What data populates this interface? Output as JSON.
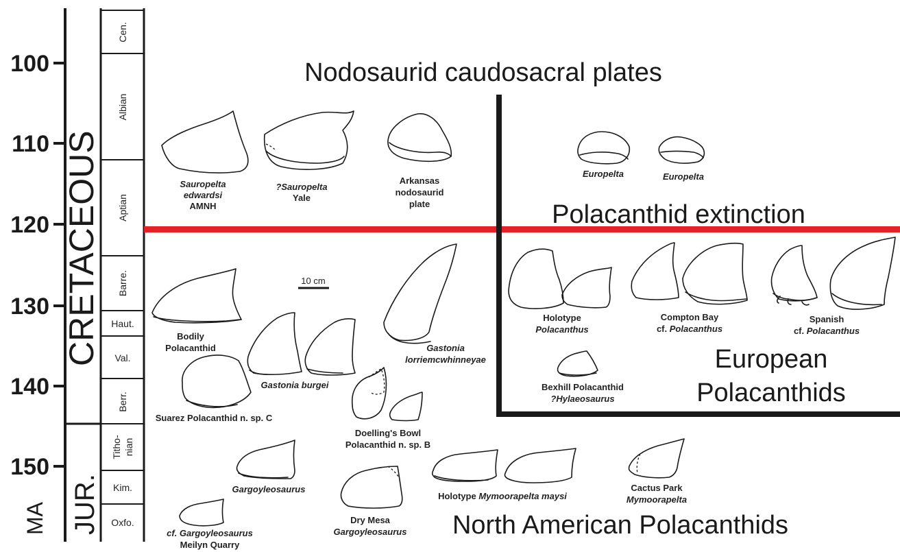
{
  "title": "Nodosaurid caudosacral plates",
  "event": "Polacanthid extinction",
  "groups": {
    "european": [
      "European",
      "Polacanthids"
    ],
    "north_american": "North American Polacanthids"
  },
  "axis": {
    "unit": "MA",
    "ticks": [
      "100",
      "110",
      "120",
      "130",
      "140",
      "150"
    ],
    "period_cretaceous": "CRETACEOUS",
    "period_jurassic": "JUR."
  },
  "stages": [
    "Cen.",
    "Albian",
    "Aptian",
    "Barre.",
    "Haut.",
    "Val.",
    "Berr.",
    "Titho-",
    "nian",
    "Kim.",
    "Oxfo."
  ],
  "scale_bar": "10 cm",
  "specimens": {
    "sauropelta_amnh": [
      "Sauropelta",
      "edwardsi",
      "AMNH"
    ],
    "sauropelta_yale": [
      "?Sauropelta",
      "Yale"
    ],
    "arkansas": [
      "Arkansas",
      "nodosaurid",
      "plate"
    ],
    "europelta_1": "Europelta",
    "europelta_2": "Europelta",
    "bodily": [
      "Bodily",
      "Polacanthid"
    ],
    "gastonia_burgei": "Gastonia burgei",
    "gastonia_lorrie": [
      "Gastonia",
      "lorriemcwhinneyae"
    ],
    "suarez": "Suarez Polacanthid n. sp. C",
    "doelling": [
      "Doelling's Bowl",
      "Polacanthid n. sp. B"
    ],
    "holotype_polacanthus": [
      "Holotype",
      "Polacanthus"
    ],
    "compton_bay": [
      "Compton Bay",
      "cf. ",
      "Polacanthus"
    ],
    "spanish": [
      "Spanish",
      "cf. ",
      "Polacanthus"
    ],
    "bexhill": [
      "Bexhill Polacanthid",
      "?Hylaeosaurus"
    ],
    "gargoyleosaurus": "Gargoyleosaurus",
    "meilyn": [
      "cf. Gargoyleosaurus",
      "Meilyn Quarry"
    ],
    "dry_mesa": [
      "Dry Mesa",
      "Gargoyleosaurus"
    ],
    "holotype_mymoorapelta": [
      "Holotype ",
      "Mymoorapelta maysi"
    ],
    "cactus_park": [
      "Cactus Park",
      "Mymoorapelta"
    ]
  },
  "colors": {
    "extinction_line": "#e32228",
    "frame": "#1a1a1a"
  }
}
